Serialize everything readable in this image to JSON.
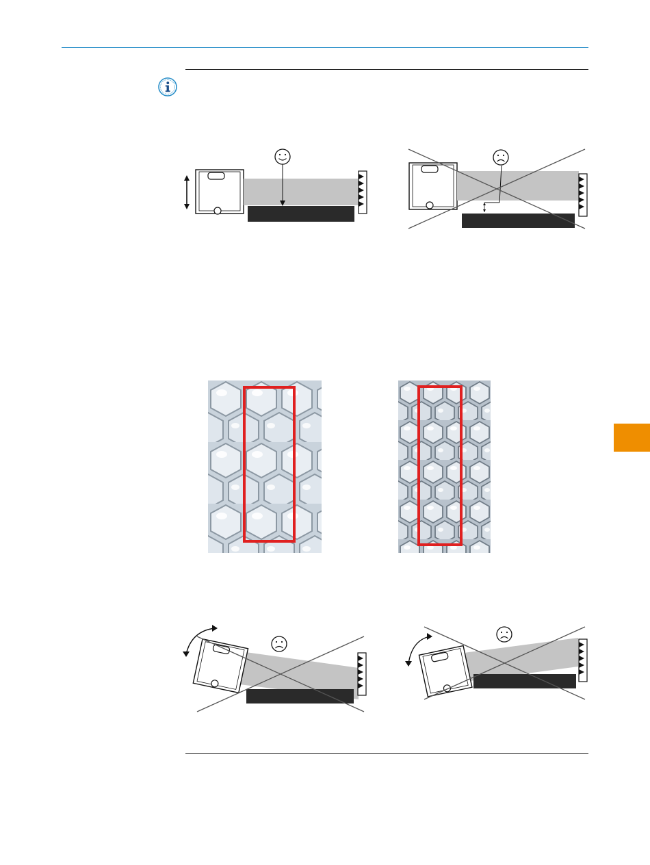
{
  "page": {
    "accent_color": "#2a8fc9",
    "chapter_tab_color": "#ef8e00",
    "icons": [
      "info-icon",
      "smiley-happy-icon",
      "smiley-sad-icon",
      "cross-out-icon",
      "rotation-arrow-icon",
      "vertical-double-arrow-icon"
    ]
  },
  "note": {
    "icon": "info-icon"
  },
  "figures": {
    "alignment_good": {
      "state": "correct"
    },
    "alignment_bad": {
      "state": "incorrect"
    },
    "reflector_coarse": {
      "highlight_color": "#e02020"
    },
    "reflector_fine": {
      "highlight_color": "#e02020"
    },
    "tilt_down": {
      "state": "incorrect"
    },
    "tilt_up": {
      "state": "incorrect"
    }
  }
}
